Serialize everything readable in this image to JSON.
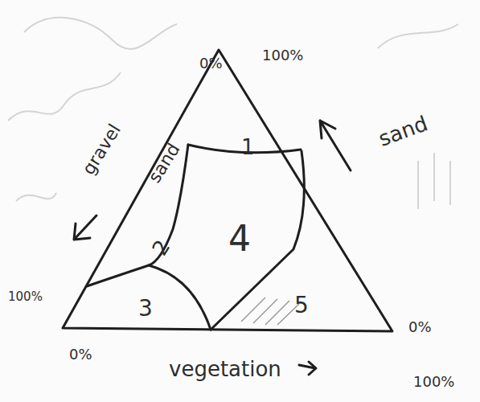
{
  "diagram": {
    "labels": [
      "0%",
      "100%",
      "1",
      "sand",
      "gravel",
      "sand",
      "2",
      "4",
      "100%",
      "3",
      "5",
      "0%",
      "0%",
      "vegetation",
      "100%"
    ]
  }
}
